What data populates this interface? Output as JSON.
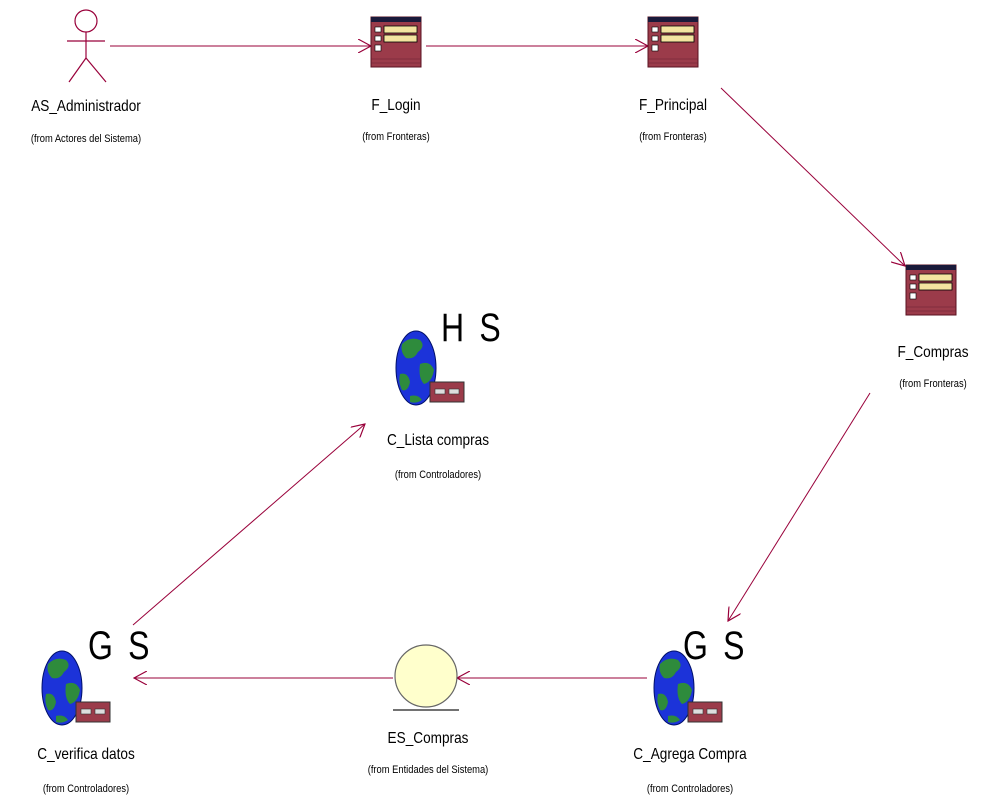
{
  "colors": {
    "link": "#99003a",
    "form_fill": "#9b3b4a",
    "form_header": "#1a1a3a",
    "globe_water": "#1c33d9",
    "globe_land": "#2e8b3c",
    "entity_fill": "#ffffcc"
  },
  "nodes": {
    "admin": {
      "name": "AS_Administrador",
      "from": "(from Actores del Sistema)",
      "icon": "actor-icon"
    },
    "login": {
      "name": "F_Login",
      "from": "(from Fronteras)",
      "icon": "boundary-form-icon"
    },
    "principal": {
      "name": "F_Principal",
      "from": "(from Fronteras)",
      "icon": "boundary-form-icon"
    },
    "compras": {
      "name": "F_Compras",
      "from": "(from Fronteras)",
      "icon": "boundary-form-icon"
    },
    "lista": {
      "name": "C_Lista compras",
      "from": "(from Controladores)",
      "stereo": "H S",
      "icon": "controller-globe-icon"
    },
    "agrega": {
      "name": "C_Agrega Compra",
      "from": "(from Controladores)",
      "stereo": "G S",
      "icon": "controller-globe-icon"
    },
    "entidad": {
      "name": "ES_Compras",
      "from": "(from Entidades del Sistema)",
      "icon": "entity-icon"
    },
    "verifica": {
      "name": "C_verifica datos",
      "from": "(from Controladores)",
      "stereo": "G S",
      "icon": "controller-globe-icon"
    }
  }
}
